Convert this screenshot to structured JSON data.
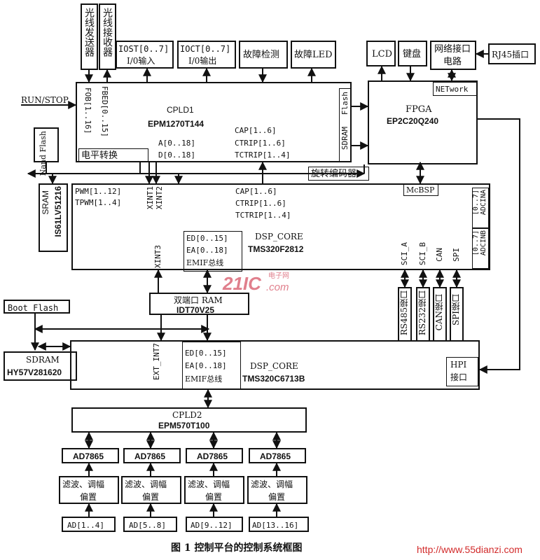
{
  "run_stop": "RUN/STOP",
  "optical": {
    "tx": "光线发送器",
    "rx": "光线接收器"
  },
  "cpld1": {
    "title": "CPLD1",
    "chip": "EPM1270T144",
    "fob": "FOB[1..16]",
    "fbed": "FBED[0..15]",
    "level_shift": "电平转换",
    "a_bus": "A[0..18]",
    "d_bus": "D[0..18]",
    "cap": "CAP[1..6]",
    "ctrip": "CTRIP[1..6]",
    "tctrip": "TCTRIP[1..4]"
  },
  "top_boxes": {
    "iost": "IOST[0..7]",
    "iost_sub": "I/0输入",
    "ioct": "IOCT[0..7]",
    "ioct_sub": "I/0输出",
    "fault_detect": "故障检测",
    "fault_led": "故障LED"
  },
  "fpga": {
    "title": "FPGA",
    "chip": "EP2C20Q240",
    "lcd": "LCD",
    "keyboard": "键盘",
    "net_if_1": "网络接口",
    "net_if_2": "电路",
    "rj45": "RJ45插口",
    "network": "NETwork",
    "sdram": "SDRAM",
    "flash": "Flash"
  },
  "nand_flash": "Nand Flash",
  "sram": {
    "label": "SRAM",
    "chip": "IS61LV51216"
  },
  "encoder": "旋转编码器",
  "mcbsp": "McBSP",
  "dsp1": {
    "pwm": "PWM[1..12]",
    "tpwm": "TPWM[1..4]",
    "xint1": "XINT1",
    "xint2": "XINT2",
    "cap": "CAP[1..6]",
    "ctrip": "CTRIP[1..6]",
    "tctrip": "TCTRIP[1..4]",
    "adcina": "ADCINA",
    "adcina_range": "[0..7]",
    "adcinb": "ADCINB",
    "adcinb_range": "[0..7]",
    "ed": "ED[0..15]",
    "ea": "EA[0..18]",
    "emif": "EMIF总线",
    "title": "DSP_CORE",
    "chip": "TMS320F2812",
    "xint3": "XINT3",
    "sci_a": "SCI_A",
    "sci_b": "SCI_B",
    "can": "CAN",
    "spi": "SPI"
  },
  "watermark": "21IC",
  "watermark_sub": "电子网",
  "watermark_dom": ".com",
  "dpram": {
    "label": "双端口 RAM",
    "chip": "IDT70V25"
  },
  "ports": {
    "rs485": "RS485接口",
    "rs232": "RS232接口",
    "can": "CAN接口",
    "spi": "SPI接口"
  },
  "boot_flash": "Boot Flash",
  "sdram2": {
    "label": "SDRAM",
    "chip": "HY57V281620"
  },
  "dsp2": {
    "ext_int": "EXT_INT7",
    "ed": "ED[0..15]",
    "ea": "EA[0..18]",
    "emif": "EMIF总线",
    "title": "DSP_CORE",
    "chip": "TMS320C6713B",
    "hpi": "HPI",
    "hpi_sub": "接口"
  },
  "cpld2": {
    "title": "CPLD2",
    "chip": "EPM570T100"
  },
  "ad_chip": "AD7865",
  "filter_1": "滤波、调幅",
  "filter_2": "偏置",
  "ad_inputs": [
    "AD[1..4]",
    "AD[5..8]",
    "AD[9..12]",
    "AD[13..16]"
  ],
  "caption": "图 1  控制平台的控制系统框图",
  "footer_url": "http://www.55dianzi.com"
}
